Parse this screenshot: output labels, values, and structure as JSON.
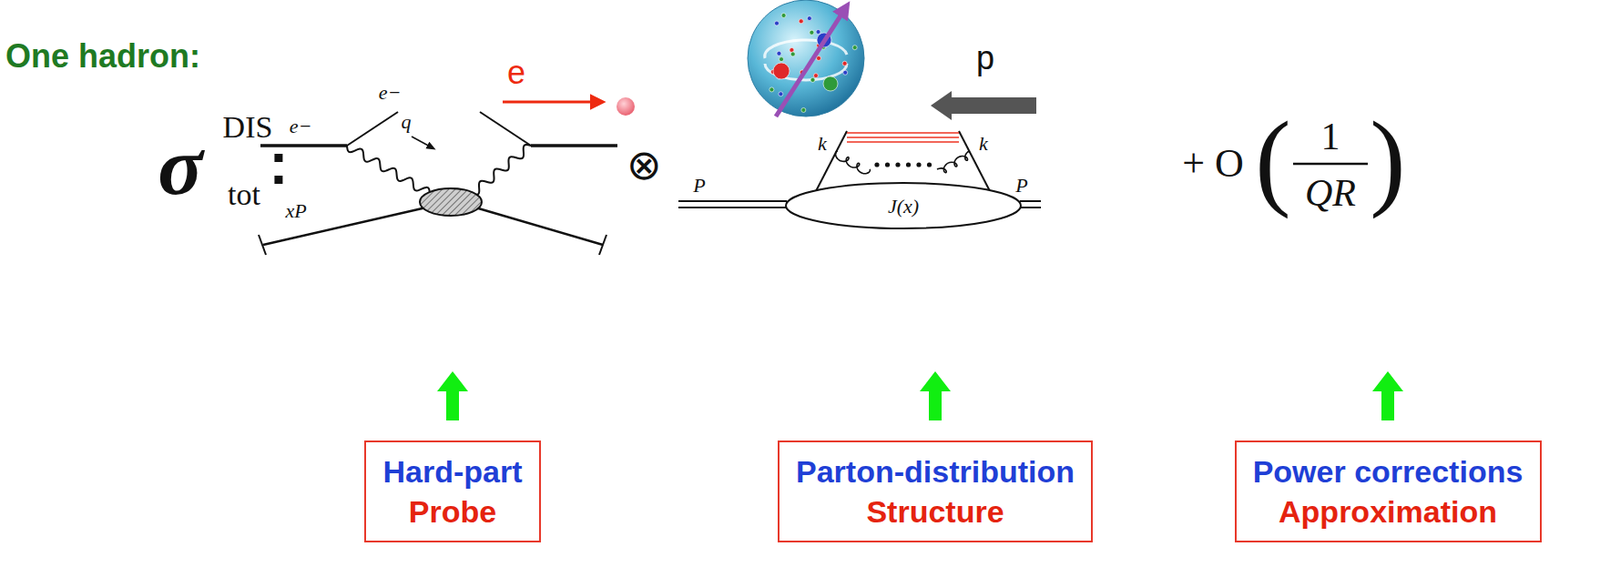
{
  "diagram": {
    "title": "One hadron:",
    "nodes": [
      {
        "text": [
          "Hard-part",
          "Probe"
        ]
      },
      {
        "text": [
          "Parton-distribution",
          "Structure"
        ]
      },
      {
        "text": [
          "Power corrections",
          "Approximation"
        ]
      }
    ],
    "labels": [
      "e",
      "p",
      "σ",
      "DIS",
      "tot",
      ":",
      "e−",
      "e−",
      "q",
      "xP",
      "⊗",
      "k",
      "k",
      "P",
      "P",
      "J(x)",
      "+ O",
      "(",
      "1",
      "QR",
      ")"
    ]
  }
}
